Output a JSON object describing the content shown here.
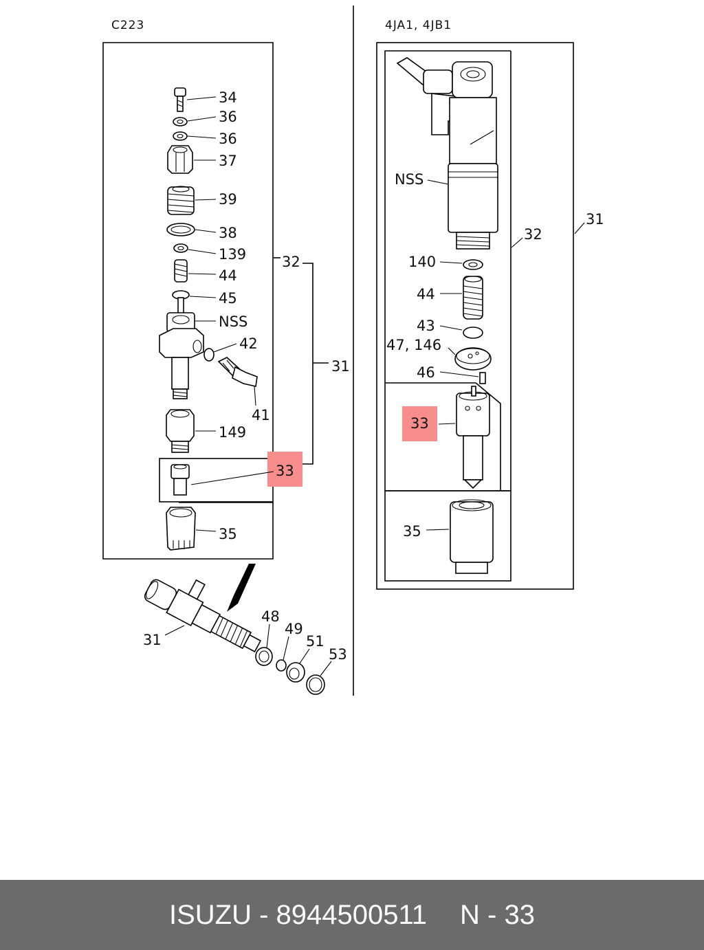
{
  "diagram": {
    "left_heading": "C223",
    "right_heading": "4JA1, 4JB1",
    "left_labels": {
      "l34": "34",
      "l36a": "36",
      "l36b": "36",
      "l37": "37",
      "l39": "39",
      "l38": "38",
      "l139": "139",
      "l44": "44",
      "l45": "45",
      "lnss": "NSS",
      "l42": "42",
      "l41": "41",
      "l149": "149",
      "l33": "33",
      "l35": "35",
      "l32": "32",
      "l31": "31"
    },
    "bottom_labels": {
      "l31": "31",
      "l48": "48",
      "l49": "49",
      "l51": "51",
      "l53": "53"
    },
    "right_labels": {
      "lnss": "NSS",
      "l32": "32",
      "l31": "31",
      "l140": "140",
      "l44": "44",
      "l43": "43",
      "l47": "47, 146",
      "l46": "46",
      "l33": "33",
      "l35": "35"
    },
    "highlight_color": "#f88d8d"
  },
  "footer": {
    "brand_part": "ISUZU - 8944500511",
    "ref": "N - 33"
  }
}
